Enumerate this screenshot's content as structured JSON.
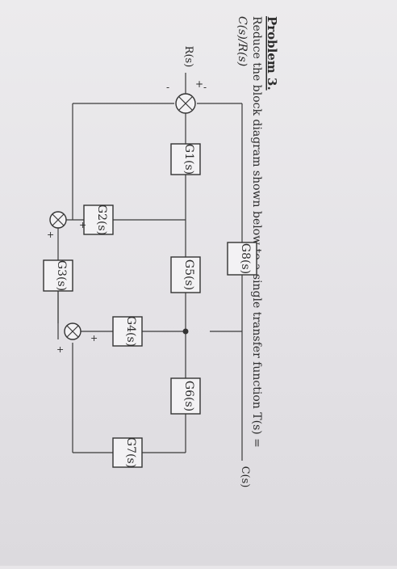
{
  "problem": {
    "heading": "Problem 3.",
    "statement_line1": "Reduce the block diagram shown below to a single transfer function T(s) =",
    "statement_line2": "C(s)/R(s)"
  },
  "diagram": {
    "input_label": "R(s)",
    "output_label": "C(s)",
    "blocks": {
      "g1": "G1(s)",
      "g2": "G2(s)",
      "g3": "G3(s)",
      "g4": "G4(s)",
      "g5": "G5(s)",
      "g6": "G6(s)",
      "g7": "G7(s)",
      "g8": "G8(s)"
    },
    "signs": {
      "s1_input": "+",
      "s1_minus_left": "-",
      "s1_minus_right": "-",
      "s2_plus_top": "+",
      "s2_plus_bottom": "+",
      "s3_plus_top": "+",
      "s3_plus_bottom": "+"
    }
  }
}
